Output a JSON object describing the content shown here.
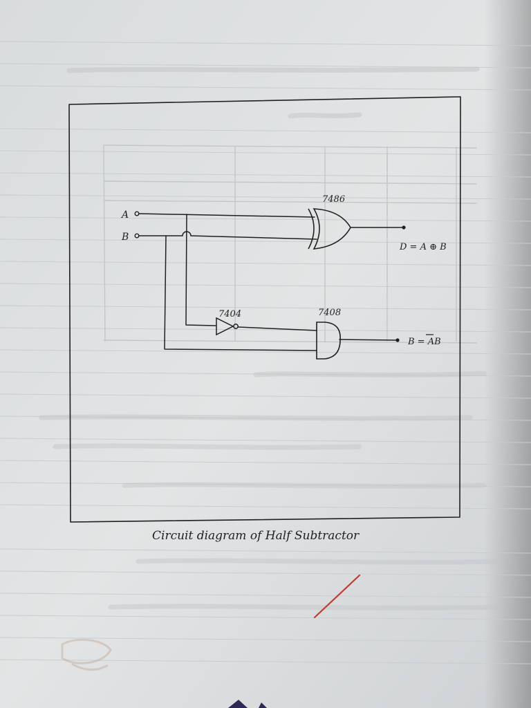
{
  "diagram": {
    "gate_xor_label": "7486",
    "gate_not_label": "7404",
    "gate_and_label": "7408",
    "input_a": "A",
    "input_b": "B",
    "output_difference": "D = A ⊕ B",
    "output_borrow_prefix": "B = ",
    "output_borrow_term": "AB",
    "caption": "Circuit diagram of Half Subtractor"
  },
  "colors": {
    "paper": "#dfe1e2",
    "ink": "#1f1f1f",
    "pen_mark": "#c23a32"
  }
}
